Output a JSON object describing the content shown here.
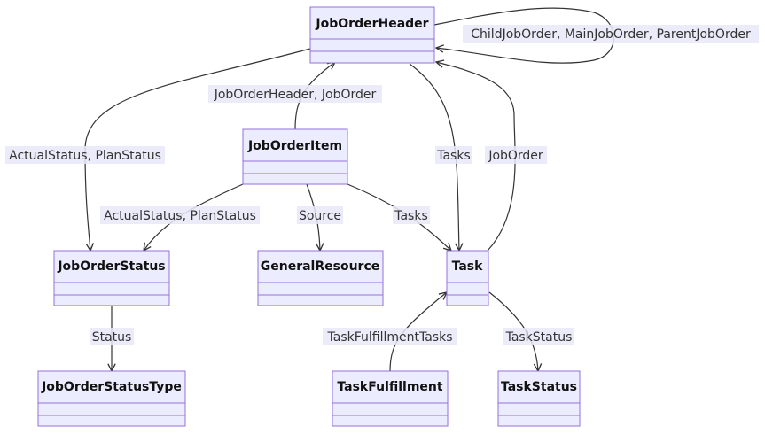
{
  "classes": {
    "job_order_header": "JobOrderHeader",
    "job_order_item": "JobOrderItem",
    "job_order_status": "JobOrderStatus",
    "general_resource": "GeneralResource",
    "task": "Task",
    "job_order_status_type": "JobOrderStatusType",
    "task_fulfillment": "TaskFulfillment",
    "task_status": "TaskStatus"
  },
  "relations": {
    "header_self": "ChildJobOrder, MainJobOrder, ParentJobOrder",
    "item_to_header": "JobOrderHeader, JobOrder",
    "header_to_status": "ActualStatus, PlanStatus",
    "header_to_task": "Tasks",
    "task_to_header": "JobOrder",
    "item_to_status": "ActualStatus, PlanStatus",
    "item_to_resource": "Source",
    "item_to_task": "Tasks",
    "status_to_type": "Status",
    "fulfillment_to_task": "TaskFulfillmentTasks",
    "task_to_taskstatus": "TaskStatus"
  },
  "colors": {
    "node_fill": "#ECECFF",
    "node_stroke": "#9370DB",
    "edge": "#333333",
    "label_bg": "#E8E8F8"
  }
}
